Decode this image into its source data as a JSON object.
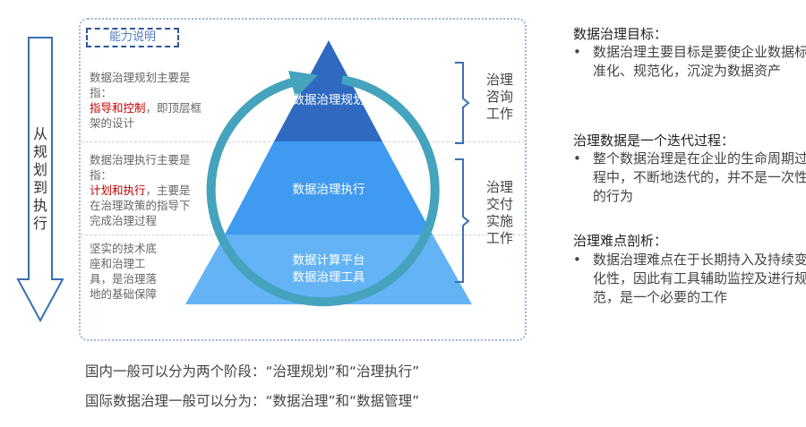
{
  "capability_label": "能力说明",
  "left_arrow_text": "从规划到执行",
  "left_notes": [
    {
      "pre": "数据治理规划主要是指：",
      "highlight": "指导和控制",
      "post": "，即顶层框架的设计"
    },
    {
      "pre": "数据治理执行主要是指：",
      "highlight": "计划和执行",
      "post": "，主要是在治理政策的指导下完成治理过程"
    },
    {
      "pre": "坚实的技术底座和治理工具，是治理落地的基础保障",
      "highlight": "",
      "post": ""
    }
  ],
  "pyramid": {
    "top": "数据治理规划",
    "middle": "数据治理执行",
    "bottom_line1": "数据计算平台",
    "bottom_line2": "数据治理工具",
    "colors": {
      "top": "#2f6ac0",
      "middle": "#3f9af0",
      "bottom": "#63b3f5",
      "cycle": "#45a3bd"
    }
  },
  "right_labels": [
    {
      "text": "治理咨询工作"
    },
    {
      "text": "治理交付实施工作"
    }
  ],
  "sections": [
    {
      "heading": "数据治理目标：",
      "bullet": "•",
      "text": "数据治理主要目标是要使企业数据标准化、规范化，沉淀为数据资产"
    },
    {
      "heading": "治理数据是一个迭代过程：",
      "bullet": "•",
      "text": "整个数据治理是在企业的生命周期过程中，不断地迭代的，并不是一次性的行为"
    },
    {
      "heading": "治理难点剖析：",
      "bullet": "•",
      "text": "数据治理难点在于长期持入及持续变化性，因此有工具辅助监控及进行规范，是一个必要的工作"
    }
  ],
  "footer": [
    "国内一般可以分为两个阶段：“治理规划”和“治理执行”",
    "国际数据治理一般可以分为：“数据治理”和“数据管理”"
  ]
}
